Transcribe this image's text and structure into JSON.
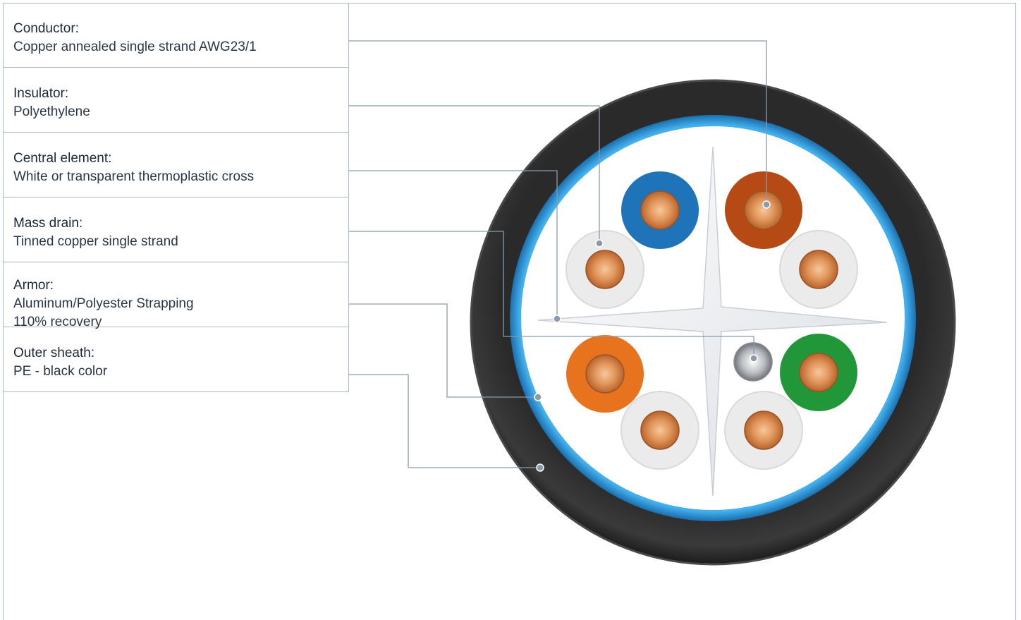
{
  "components": [
    {
      "title": "Conductor:",
      "lines": [
        "Copper annealed single strand AWG23/1"
      ]
    },
    {
      "title": "Insulator:",
      "lines": [
        "Polyethylene"
      ]
    },
    {
      "title": "Central element:",
      "lines": [
        "White or transparent thermoplastic cross"
      ]
    },
    {
      "title": "Mass drain:",
      "lines": [
        "Tinned copper single strand"
      ]
    },
    {
      "title": "Armor:",
      "lines": [
        "Aluminum/Polyester Strapping",
        "110% recovery"
      ]
    },
    {
      "title": "Outer sheath:",
      "lines": [
        "PE - black color"
      ]
    }
  ],
  "colors": {
    "sheath": "#2b2b2b",
    "armor_blue": "#2f95d8",
    "pair_blue": "#1f73b8",
    "pair_brown": "#b54a14",
    "pair_orange": "#e8731f",
    "pair_green": "#22973a",
    "pair_white": "#eeeeee",
    "copper": "#d98a4f",
    "leader_line": "#8a9aab"
  }
}
